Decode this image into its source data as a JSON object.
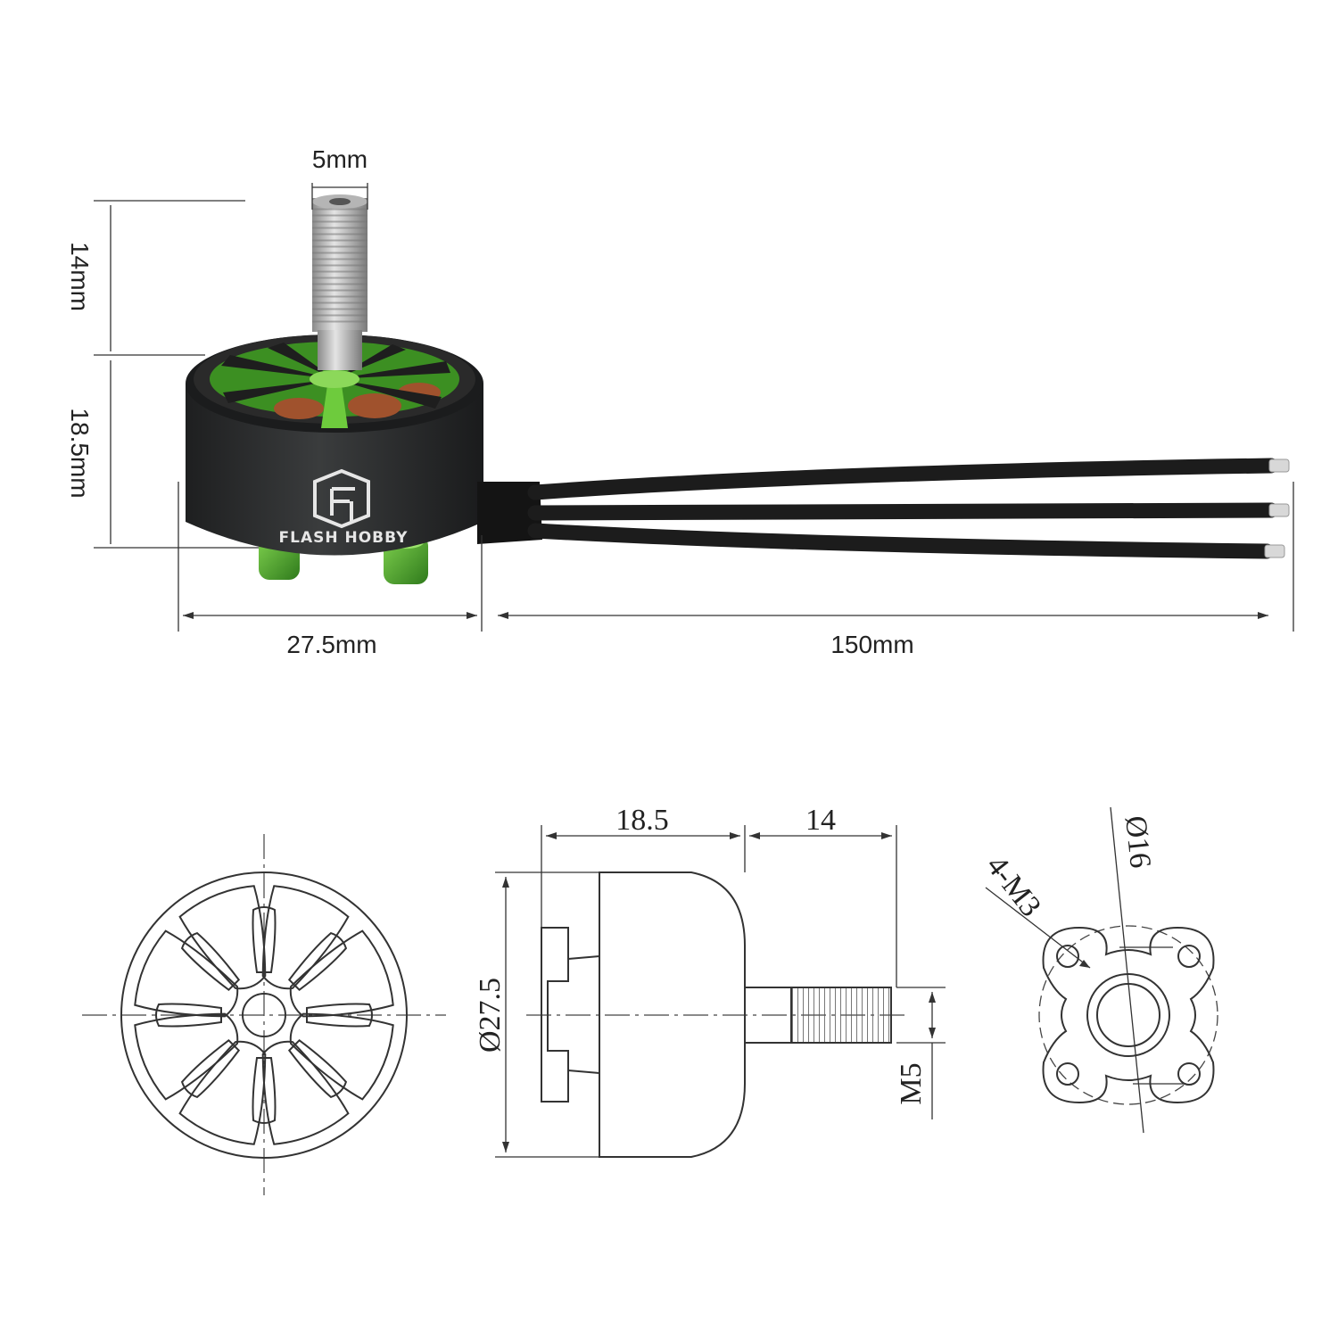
{
  "photo_dims": {
    "shaft_diameter": "5mm",
    "shaft_length": "14mm",
    "motor_height": "18.5mm",
    "motor_diameter": "27.5mm",
    "wire_length": "150mm"
  },
  "brand": {
    "name": "FLASH HOBBY"
  },
  "drawing_dims": {
    "body_length": "18.5",
    "shaft_length": "14",
    "diameter": "Ø27.5",
    "thread": "M5",
    "mount_circle": "Ø16",
    "mount_holes": "4-M3"
  },
  "colors": {
    "accent_green": "#4aa62c",
    "motor_body": "#2b2d2e",
    "wire": "#1c1c1c",
    "copper": "#a0522d"
  }
}
